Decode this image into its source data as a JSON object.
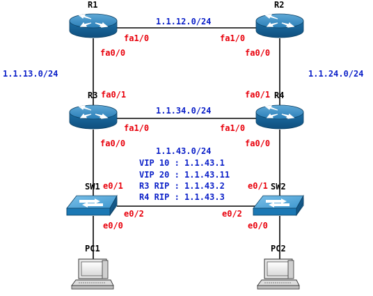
{
  "diagram": {
    "colors": {
      "device_names": "#000000",
      "interfaces": "#e8000b",
      "networks": "#0a1fc8",
      "links": "#000000",
      "router_body": "#1a6fa8",
      "switch_body": "#1d86c4"
    },
    "devices": {
      "r1": {
        "name": "R1",
        "icon": "router-icon"
      },
      "r2": {
        "name": "R2",
        "icon": "router-icon"
      },
      "r3": {
        "name": "R3",
        "icon": "router-icon"
      },
      "r4": {
        "name": "R4",
        "icon": "router-icon"
      },
      "sw1": {
        "name": "SW1",
        "icon": "switch-icon"
      },
      "sw2": {
        "name": "SW2",
        "icon": "switch-icon"
      },
      "pc1": {
        "name": "PC1",
        "icon": "pc-icon"
      },
      "pc2": {
        "name": "PC2",
        "icon": "pc-icon"
      }
    },
    "networks": {
      "r1_r2": "1.1.12.0/24",
      "r1_r3": "1.1.13.0/24",
      "r2_r4": "1.1.24.0/24",
      "r3_r4": "1.1.34.0/24",
      "lan": "1.1.43.0/24"
    },
    "lan_info": [
      "VIP 10 : 1.1.43.1",
      "VIP 20 : 1.1.43.11",
      "R3 RIP : 1.1.43.2",
      "R4 RIP : 1.1.43.3"
    ],
    "interfaces": {
      "r1_r2": "fa1/0",
      "r1_r3": "fa0/0",
      "r2_r1": "fa1/0",
      "r2_r4": "fa0/0",
      "r3_r1": "fa0/1",
      "r3_r4": "fa1/0",
      "r3_sw1": "fa0/0",
      "r4_r2": "fa0/1",
      "r4_r3": "fa1/0",
      "r4_sw2": "fa0/0",
      "sw1_r3": "e0/1",
      "sw1_sw2": "e0/2",
      "sw1_pc1": "e0/0",
      "sw2_r4": "e0/1",
      "sw2_sw1": "e0/2",
      "sw2_pc2": "e0/0"
    }
  }
}
